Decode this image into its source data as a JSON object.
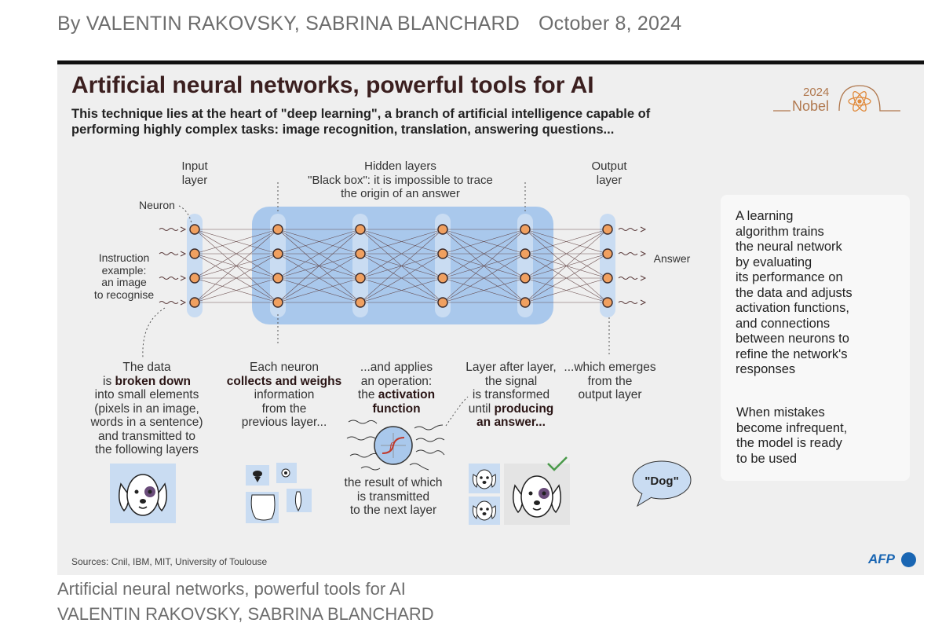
{
  "byline": {
    "authors": "By VALENTIN RAKOVSKY, SABRINA BLANCHARD",
    "date": "October 8, 2024"
  },
  "graphic": {
    "title": "Artificial neural networks, powerful tools for AI",
    "subtitle": "This technique lies at the heart of \"deep learning\", a branch of artificial intelligence capable of performing highly complex tasks: image recognition, translation, answering questions...",
    "logo": {
      "year": "2024",
      "word": "Nobel",
      "icon": "atom-icon"
    },
    "labels": {
      "input_layer": [
        "Input",
        "layer"
      ],
      "hidden_layers": [
        "Hidden layers",
        "\"Black box\": it is impossible to trace",
        "the origin of an answer"
      ],
      "output_layer": [
        "Output",
        "layer"
      ],
      "neuron": "Neuron",
      "instruction": [
        "Instruction",
        "example:",
        "an image",
        "to recognise"
      ],
      "answer": "Answer"
    },
    "steps": [
      {
        "lines": [
          "The data",
          "is <b>broken down</b>",
          "into small elements",
          "(pixels in an image,",
          "words in a sentence)",
          "and transmitted to",
          "the following layers"
        ]
      },
      {
        "lines": [
          "Each neuron",
          "<b>collects and weighs</b>",
          "information",
          "from the",
          "previous layer..."
        ]
      },
      {
        "lines": [
          "...and applies",
          "an operation:",
          "the <b>activation</b>",
          "<b>function</b>"
        ]
      },
      {
        "lines": [
          "Layer after layer,",
          "the signal",
          "is transformed",
          "until <b>producing</b>",
          "<b>an answer...</b>"
        ]
      },
      {
        "lines": [
          "...which emerges",
          "from the",
          "output layer"
        ]
      }
    ],
    "activation_result": [
      "the result of which",
      "is transmitted",
      "to the next layer"
    ],
    "speech_bubble": "\"Dog\"",
    "side_panel": {
      "paragraph1": [
        "A learning",
        "algorithm trains",
        "the neural network",
        "by evaluating",
        "its performance on",
        "the data and adjusts",
        "activation functions,",
        "and connections",
        "between neurons to",
        "refine the network's",
        "responses"
      ],
      "paragraph2": [
        "When mistakes",
        "become infrequent,",
        "the model is ready",
        "to be used"
      ]
    },
    "sources": "Sources: Cnil, IBM, MIT, University of Toulouse",
    "agency": "AFP",
    "colors": {
      "neuron": "#f0a060",
      "hidden_box": "#a9c8ec",
      "layer_bar": "#c9dcf2",
      "title": "#3b1f1f",
      "check": "#4a9a4a"
    }
  },
  "caption": {
    "title": "Artificial neural networks, powerful tools for AI",
    "authors": "VALENTIN RAKOVSKY, SABRINA BLANCHARD"
  }
}
